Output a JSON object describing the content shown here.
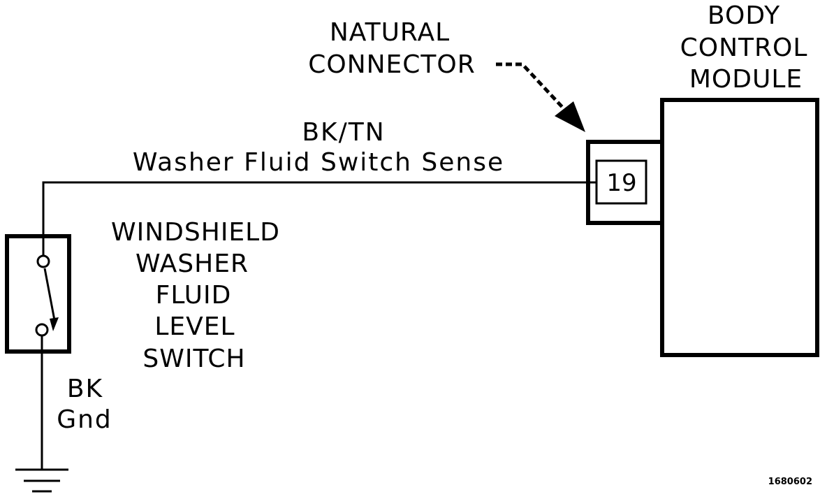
{
  "module_label": [
    "BODY",
    "CONTROL",
    "MODULE"
  ],
  "connector_label": [
    "NATURAL",
    "CONNECTOR"
  ],
  "pin_number": "19",
  "wire_color": "BK/TN",
  "wire_function": "Washer Fluid Switch Sense",
  "switch_label": [
    "WINDSHIELD",
    "WASHER",
    "FLUID",
    "LEVEL",
    "SWITCH"
  ],
  "ground_wire_color": "BK",
  "ground_label": "Gnd",
  "figure_number": "1680602"
}
